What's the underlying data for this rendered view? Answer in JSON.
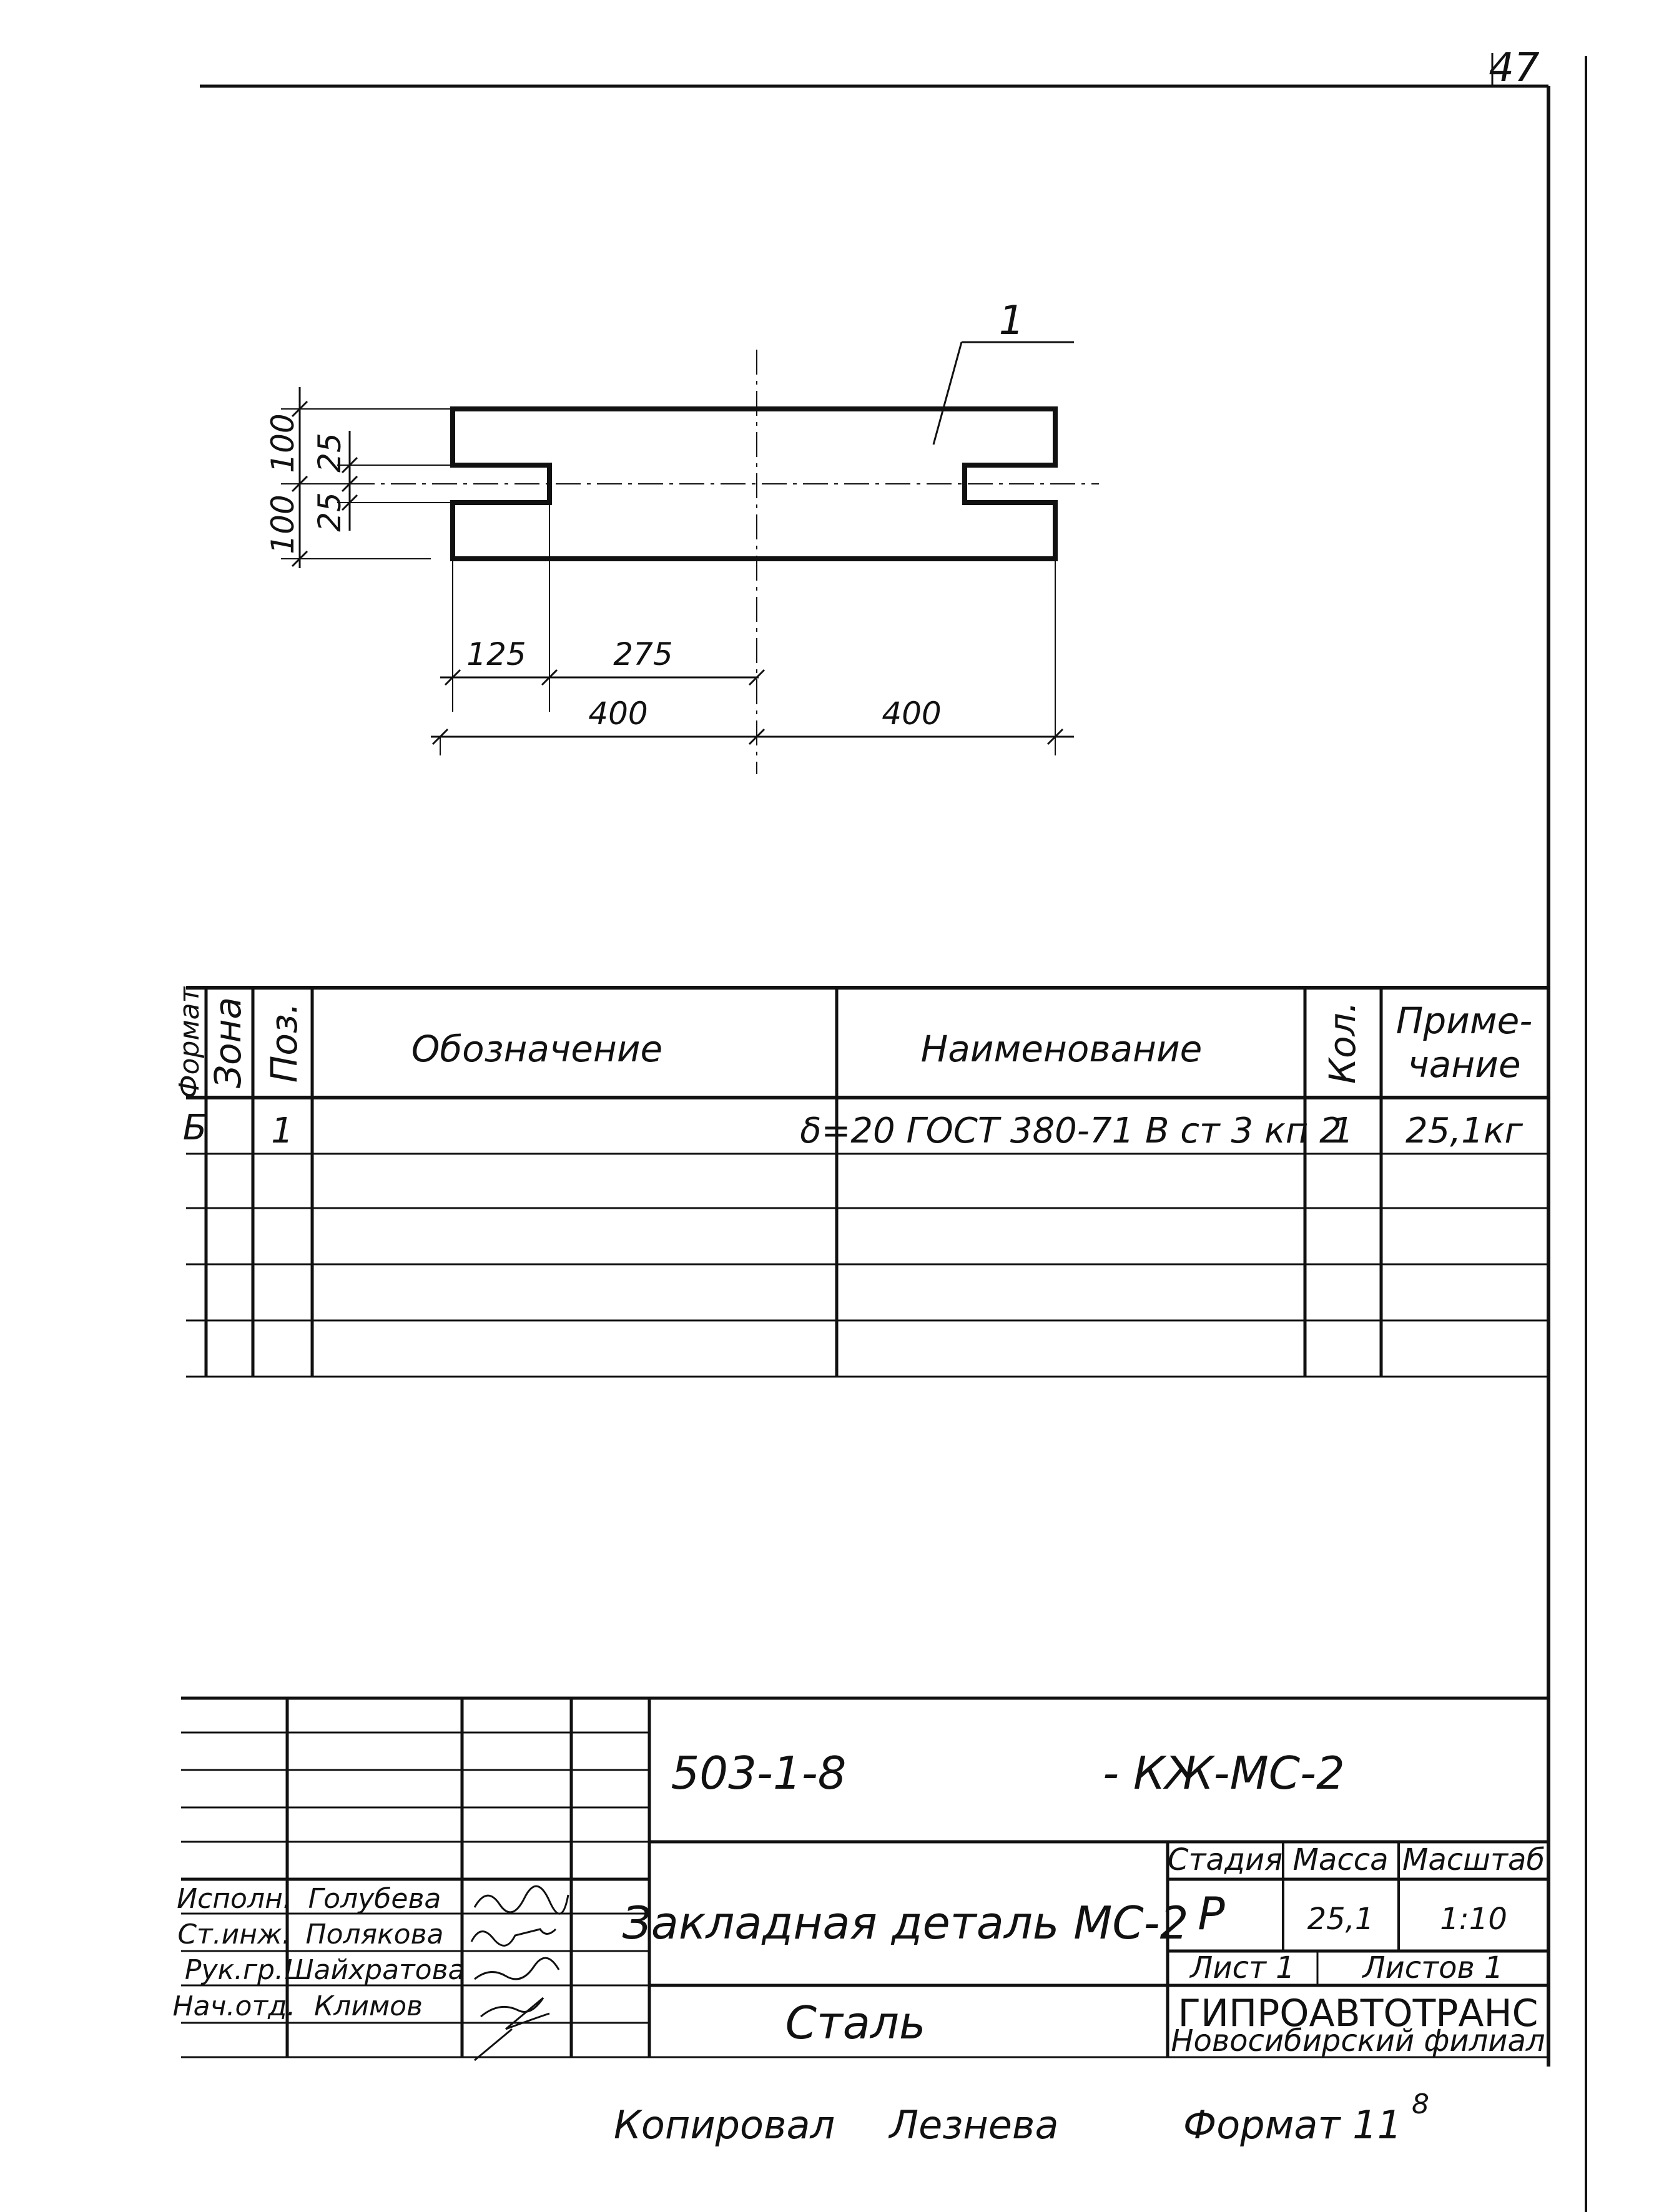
{
  "sheet": {
    "page_number": "47",
    "callout": "1"
  },
  "drawing": {
    "dims_bottom": [
      "125",
      "275",
      "400",
      "400"
    ],
    "dims_left": [
      "100",
      "25",
      "100",
      "25"
    ]
  },
  "spec_table": {
    "headers": {
      "format": "Формат",
      "zone": "Зона",
      "pos": "Поз.",
      "designation": "Обозначение",
      "name": "Наименование",
      "qty": "Кол.",
      "note_line1": "Приме-",
      "note_line2": "чание"
    },
    "rows": [
      {
        "format": "Б",
        "zone": "",
        "pos": "1",
        "designation": "",
        "name": "δ=20 ГОСТ 380-71 В ст 3 кп 2",
        "qty": "1",
        "note": "25,1кг"
      }
    ]
  },
  "title_block": {
    "code": "503-1-8",
    "code_suffix": "- КЖ-МС-2",
    "item_name": "Закладная деталь МС-2",
    "material": "Сталь",
    "stage_label": "Стадия",
    "mass_label": "Масса",
    "scale_label": "Масштаб",
    "stage": "Р",
    "mass": "25,1",
    "scale": "1:10",
    "sheet_label": "Лист 1",
    "sheets_label": "Листов 1",
    "org": "ГИПРОАВТОТРАНС",
    "branch": "Новосибирский филиал",
    "staff": [
      {
        "role": "Исполн.",
        "name": "Голубева"
      },
      {
        "role": "Ст.инж.",
        "name": "Полякова"
      },
      {
        "role": "Рук.гр.",
        "name": "Шайхратова"
      },
      {
        "role": "Нач.отд.",
        "name": "Климов"
      }
    ]
  },
  "footer": {
    "copied": "Копировал",
    "copier": "Лезнева",
    "format_label": "Формат 11",
    "format_sup": "8"
  }
}
